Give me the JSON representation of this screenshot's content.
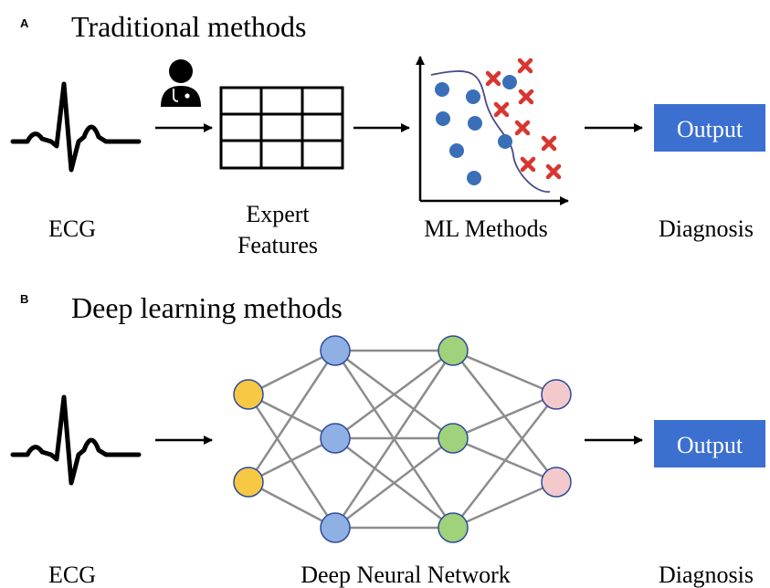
{
  "panel_a": {
    "letter": "A",
    "title": "Traditional methods",
    "labels": {
      "ecg": "ECG",
      "expert_line1": "Expert",
      "expert_line2": "Features",
      "ml": "ML Methods",
      "diagnosis": "Diagnosis"
    },
    "output_label": "Output"
  },
  "panel_b": {
    "letter": "B",
    "title": "Deep learning methods",
    "labels": {
      "ecg": "ECG",
      "network": "Deep Neural Network",
      "diagnosis": "Diagnosis"
    },
    "output_label": "Output"
  },
  "colors": {
    "output_box": "#3b6fd0",
    "blue_dot": "#3a6fb8",
    "red_x": "#d9352f",
    "boundary": "#4a4a8a",
    "input_node": "#f6c844",
    "hidden1_node": "#8fb0e4",
    "hidden2_node": "#9fd27a",
    "output_node": "#f4c9cc",
    "edge": "#8c8c8c",
    "node_stroke": "#2f4a9a"
  },
  "network": {
    "layers": [
      "input",
      "hidden1",
      "hidden2",
      "output"
    ],
    "layer_sizes": [
      2,
      3,
      3,
      2
    ]
  },
  "scatter": {
    "circle_count": 8,
    "cross_count": 8
  }
}
